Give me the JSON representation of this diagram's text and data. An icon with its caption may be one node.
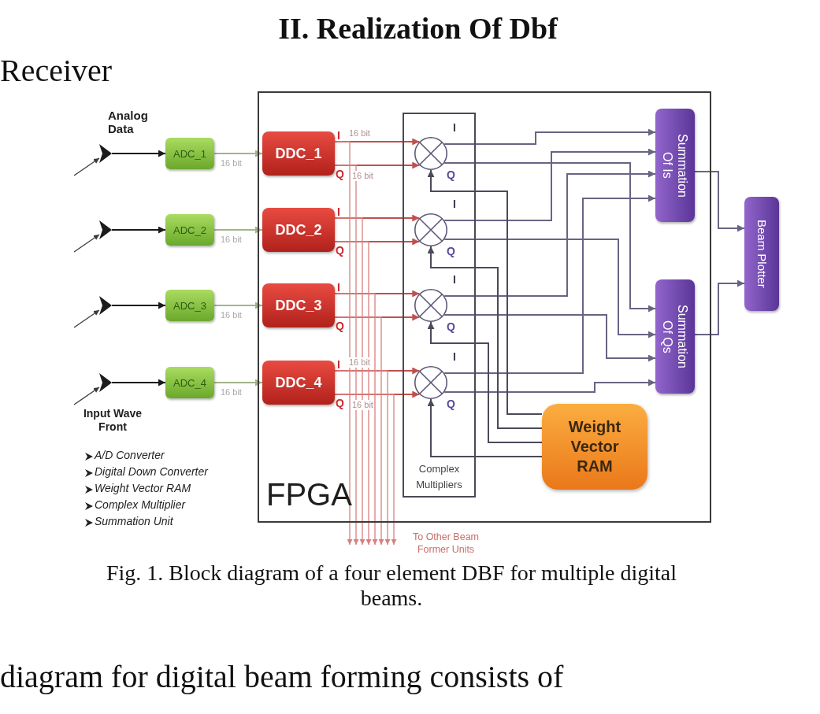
{
  "diagram": {
    "title": "II. Realization Of Dbf",
    "caption": "Fig. 1. Block diagram of a four element DBF for multiple digital beams.",
    "nodes": [
      {
        "text": [],
        "shape": "chevron"
      },
      {
        "text": [
          "ADC_1"
        ]
      },
      {
        "text": [],
        "shape": "chevron"
      },
      {
        "text": [
          "ADC_2"
        ]
      },
      {
        "text": [],
        "shape": "chevron"
      },
      {
        "text": [
          "ADC_3"
        ]
      },
      {
        "text": [],
        "shape": "chevron"
      },
      {
        "text": [
          "ADC_4"
        ]
      },
      {
        "text": [
          "FPGA"
        ]
      },
      {
        "text": [
          "DDC_1"
        ],
        "in": 8,
        "beside": [
          "I",
          "Q"
        ]
      },
      {
        "text": [
          "DDC_2"
        ],
        "in": 8,
        "beside": [
          "I",
          "Q"
        ]
      },
      {
        "text": [
          "DDC_3"
        ],
        "in": 8,
        "beside": [
          "I",
          "Q"
        ]
      },
      {
        "text": [
          "DDC_4"
        ],
        "in": 8,
        "beside": [
          "I",
          "Q"
        ]
      },
      {
        "text": [
          "Complex Multipliers"
        ],
        "in": 8
      },
      {
        "text": [],
        "shape": "circle",
        "in": 13,
        "beside": [
          "I",
          "Q"
        ]
      },
      {
        "text": [],
        "shape": "circle",
        "in": 13,
        "beside": [
          "I",
          "Q"
        ]
      },
      {
        "text": [],
        "shape": "circle",
        "in": 13,
        "beside": [
          "I",
          "Q"
        ]
      },
      {
        "text": [],
        "shape": "circle",
        "in": 13,
        "beside": [
          "I",
          "Q"
        ]
      },
      {
        "text": [
          "Summation Of Is"
        ],
        "in": 8
      },
      {
        "text": [
          "Summation Of Qs"
        ],
        "in": 8
      },
      {
        "text": [
          "Weight Vector RAM"
        ],
        "in": 8
      },
      {
        "text": [
          "Beam Plotter"
        ]
      }
    ],
    "edges": [
      {
        "from": null,
        "to": 0,
        "arrow": "to",
        "color": "#3a3a3a"
      },
      {
        "from": null,
        "to": 2,
        "arrow": "to",
        "color": "#3a3a3a"
      },
      {
        "from": null,
        "to": 4,
        "arrow": "to",
        "color": "#3a3a3a"
      },
      {
        "from": null,
        "to": 6,
        "arrow": "to",
        "color": "#3a3a3a"
      },
      {
        "from": 0,
        "to": 1,
        "arrow": "to",
        "label": "Analog Data",
        "color": "#1a1a1a"
      },
      {
        "from": 2,
        "to": 3,
        "arrow": "to",
        "color": "#1a1a1a"
      },
      {
        "from": 4,
        "to": 5,
        "arrow": "to",
        "color": "#1a1a1a"
      },
      {
        "from": 6,
        "to": 7,
        "arrow": "to",
        "color": "#1a1a1a"
      },
      {
        "from": 1,
        "to": 9,
        "arrow": "to",
        "label": "16 bit",
        "color": "#a3b48a"
      },
      {
        "from": 3,
        "to": 10,
        "arrow": "to",
        "label": "16 bit",
        "color": "#a3b48a"
      },
      {
        "from": 5,
        "to": 11,
        "arrow": "to",
        "label": "16 bit",
        "color": "#a3b48a"
      },
      {
        "from": 7,
        "to": 12,
        "arrow": "to",
        "label": "16 bit",
        "color": "#a3b48a"
      },
      {
        "from": 9,
        "to": 14,
        "arrow": "to",
        "label": "16 bit",
        "color": "#c0504d"
      },
      {
        "from": 9,
        "to": 14,
        "arrow": "to",
        "label": "16 bit",
        "color": "#c0504d"
      },
      {
        "from": 10,
        "to": 15,
        "arrow": "to",
        "color": "#c0504d"
      },
      {
        "from": 10,
        "to": 15,
        "arrow": "to",
        "color": "#c0504d"
      },
      {
        "from": 11,
        "to": 16,
        "arrow": "to",
        "color": "#c0504d"
      },
      {
        "from": 11,
        "to": 16,
        "arrow": "to",
        "color": "#c0504d"
      },
      {
        "from": 12,
        "to": 17,
        "arrow": "to",
        "label": "16 bit",
        "color": "#c0504d"
      },
      {
        "from": 12,
        "to": 17,
        "arrow": "to",
        "label": "16 bit",
        "color": "#c0504d"
      },
      {
        "from": 9,
        "to": null,
        "arrow": "to",
        "color": "#d98080"
      },
      {
        "from": 9,
        "to": null,
        "arrow": "to",
        "color": "#d98080"
      },
      {
        "from": 10,
        "to": null,
        "arrow": "to",
        "color": "#d98080"
      },
      {
        "from": 10,
        "to": null,
        "arrow": "to",
        "color": "#d98080"
      },
      {
        "from": 11,
        "to": null,
        "arrow": "to",
        "color": "#d98080"
      },
      {
        "from": 11,
        "to": null,
        "arrow": "to",
        "color": "#d98080"
      },
      {
        "from": 12,
        "to": null,
        "arrow": "to",
        "color": "#d98080"
      },
      {
        "from": 12,
        "to": null,
        "arrow": "to",
        "color": "#d98080"
      },
      {
        "from": 14,
        "to": 18,
        "arrow": "to"
      },
      {
        "from": 14,
        "to": 19,
        "arrow": "to"
      },
      {
        "from": 15,
        "to": 18,
        "arrow": "to"
      },
      {
        "from": 15,
        "to": 19,
        "arrow": "to"
      },
      {
        "from": 16,
        "to": 18,
        "arrow": "to"
      },
      {
        "from": 16,
        "to": 19,
        "arrow": "to"
      },
      {
        "from": 17,
        "to": 18,
        "arrow": "to"
      },
      {
        "from": 17,
        "to": 19,
        "arrow": "to"
      },
      {
        "from": 20,
        "to": 14,
        "arrow": "to",
        "color": "#4a4a5a"
      },
      {
        "from": 20,
        "to": 15,
        "arrow": "to",
        "color": "#4a4a5a"
      },
      {
        "from": 20,
        "to": 16,
        "arrow": "to",
        "color": "#4a4a5a"
      },
      {
        "from": 20,
        "to": 17,
        "arrow": "to",
        "color": "#4a4a5a"
      },
      {
        "from": 18,
        "to": 21,
        "arrow": "to"
      },
      {
        "from": 19,
        "to": 21,
        "arrow": "to"
      }
    ],
    "labels": [
      "Receiver",
      "Input Wave Front",
      "A/D Converter",
      "Digital Down Converter",
      "Weight Vector RAM",
      "Complex Multiplier",
      "Summation Unit",
      "To Other Beam Former Units",
      "diagram for digital beam forming consists of"
    ]
  }
}
